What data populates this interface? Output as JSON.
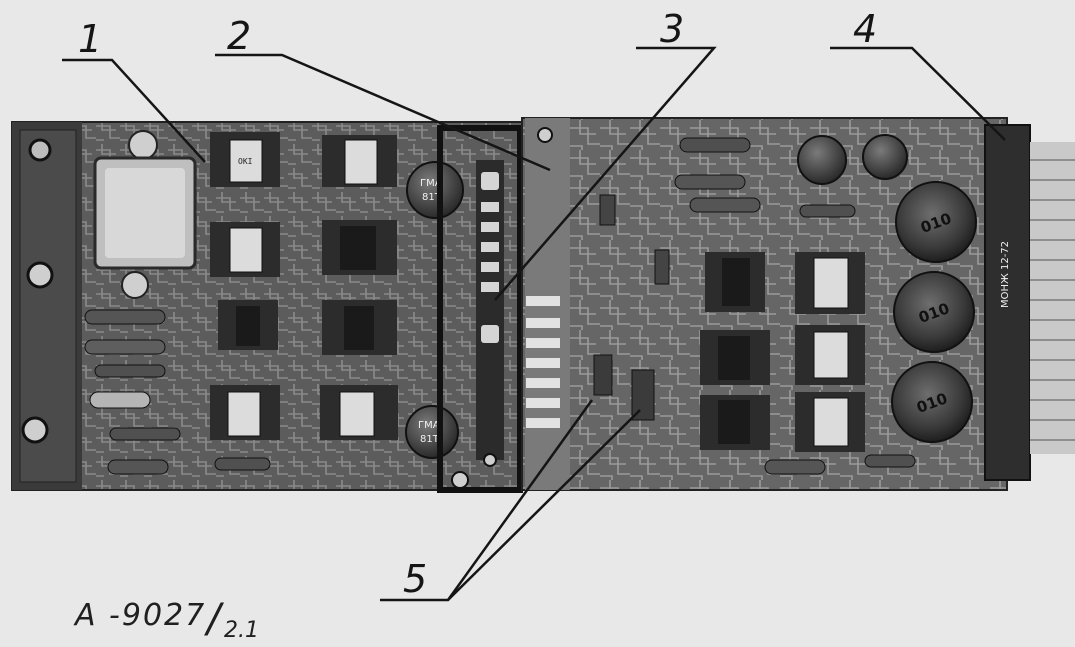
{
  "callouts": [
    {
      "label": "1"
    },
    {
      "label": "2"
    },
    {
      "label": "3"
    },
    {
      "label": "4"
    },
    {
      "label": "5"
    }
  ],
  "caption": {
    "main": "A -9027",
    "slash": "/",
    "sub": "2.1"
  },
  "component_markings": {
    "transistor_label": "ГМА 81Т",
    "coil_label": "010",
    "connector_label": "МОНЖ 12-72"
  }
}
